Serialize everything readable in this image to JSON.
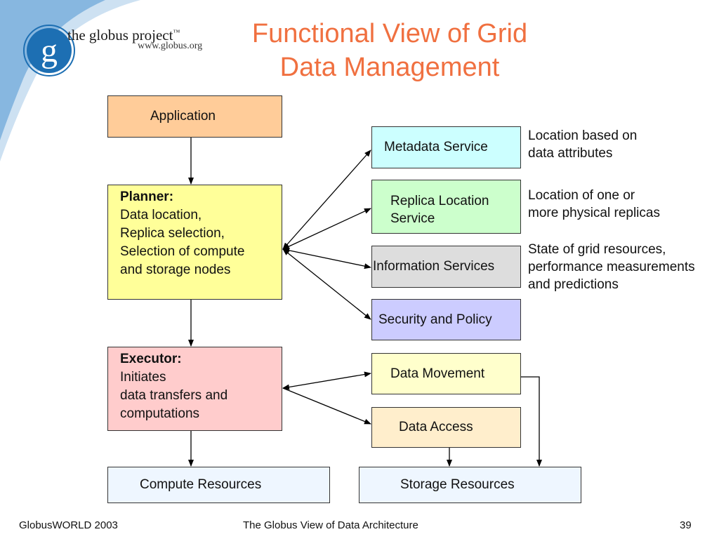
{
  "title": {
    "line1": "Functional View of Grid",
    "line2": "Data Management"
  },
  "logo": {
    "mark": "g",
    "name": "the globus project",
    "tm": "™",
    "url": "www.globus.org"
  },
  "boxes": {
    "application": "Application",
    "planner": {
      "heading": "Planner:",
      "lines": [
        "Data location,",
        "Replica selection,",
        "Selection of compute",
        "and storage nodes"
      ]
    },
    "executor": {
      "heading": "Executor:",
      "lines": [
        "Initiates",
        "data transfers and",
        "computations"
      ]
    },
    "metadata": "Metadata Service",
    "replica": {
      "line1": "Replica Location",
      "line2": "Service"
    },
    "information": "Information Services",
    "security": "Security and Policy",
    "data_movement": "Data Movement",
    "data_access": "Data Access",
    "compute": "Compute Resources",
    "storage": "Storage Resources"
  },
  "notes": {
    "metadata": [
      "Location based on",
      "data attributes"
    ],
    "replica": [
      "Location of one or",
      "more physical replicas"
    ],
    "information": [
      "State of grid resources,",
      "performance measurements",
      "and predictions"
    ]
  },
  "footer": {
    "left": "GlobusWORLD 2003",
    "center": "The Globus View of Data Architecture",
    "page": "39"
  },
  "colors": {
    "title": "#f07040",
    "application": "#ffcc99",
    "planner": "#ffff99",
    "executor": "#ffcccc",
    "metadata": "#ccffff",
    "replica": "#ccffcc",
    "information": "#dddddd",
    "security": "#ccccff",
    "data_movement": "#ffffcc",
    "data_access": "#ffeecc",
    "resources": "#eef6ff",
    "logo": "#1d6fb3",
    "corner": "#5b9bd5"
  }
}
